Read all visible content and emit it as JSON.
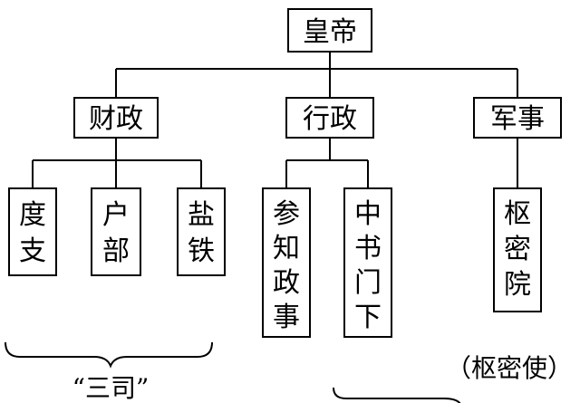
{
  "nodes": {
    "emperor": "皇帝",
    "finance": "财政",
    "administration": "行政",
    "military": "军事",
    "duzhi": [
      "度",
      "支"
    ],
    "hubu": [
      "户",
      "部"
    ],
    "yantie": [
      "盐",
      "铁"
    ],
    "canzhi": [
      "参",
      "知",
      "政",
      "事"
    ],
    "zhongshu": [
      "中",
      "书",
      "门",
      "下"
    ],
    "shumi": [
      "枢",
      "密",
      "院"
    ]
  },
  "annotations": {
    "san_si": "“三司”",
    "shumi_shi": "（枢密使）"
  }
}
